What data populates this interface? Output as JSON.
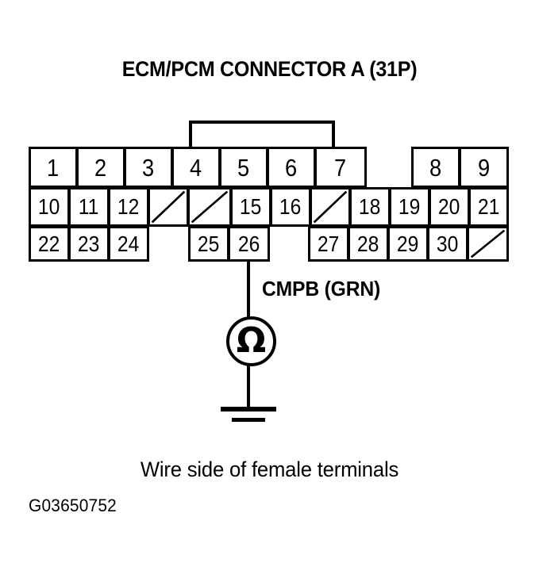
{
  "title": "ECM/PCM CONNECTOR A (31P)",
  "caption": "Wire side of female terminals",
  "reference_code": "G03650752",
  "wire_label": "CMPB (GRN)",
  "meter": {
    "symbol": "Ω",
    "type": "ohmmeter",
    "connected_to_pin": "26",
    "ground": true
  },
  "connector": {
    "pin_count": "31",
    "rows": [
      {
        "name": "row-1",
        "cells": [
          {
            "label": "1",
            "blank": false
          },
          {
            "label": "2",
            "blank": false
          },
          {
            "label": "3",
            "blank": false
          },
          {
            "label": "4",
            "blank": false
          },
          {
            "label": "5",
            "blank": false
          },
          {
            "label": "6",
            "blank": false
          },
          {
            "label": "7",
            "blank": false
          },
          {
            "label": "8",
            "blank": false
          },
          {
            "label": "9",
            "blank": false
          }
        ]
      },
      {
        "name": "row-2",
        "cells": [
          {
            "label": "10",
            "blank": false
          },
          {
            "label": "11",
            "blank": false
          },
          {
            "label": "12",
            "blank": false
          },
          {
            "label": "",
            "blank": true
          },
          {
            "label": "",
            "blank": true
          },
          {
            "label": "15",
            "blank": false
          },
          {
            "label": "16",
            "blank": false
          },
          {
            "label": "",
            "blank": true
          },
          {
            "label": "18",
            "blank": false
          },
          {
            "label": "19",
            "blank": false
          },
          {
            "label": "20",
            "blank": false
          },
          {
            "label": "21",
            "blank": false
          }
        ]
      },
      {
        "name": "row-3",
        "cells": [
          {
            "label": "22",
            "blank": false
          },
          {
            "label": "23",
            "blank": false
          },
          {
            "label": "24",
            "blank": false
          },
          {
            "label": "25",
            "blank": false
          },
          {
            "label": "26",
            "blank": false
          },
          {
            "label": "27",
            "blank": false
          },
          {
            "label": "28",
            "blank": false
          },
          {
            "label": "29",
            "blank": false
          },
          {
            "label": "30",
            "blank": false
          },
          {
            "label": "",
            "blank": true
          }
        ]
      }
    ]
  },
  "colors": {
    "line": "#000000",
    "background": "#ffffff"
  }
}
